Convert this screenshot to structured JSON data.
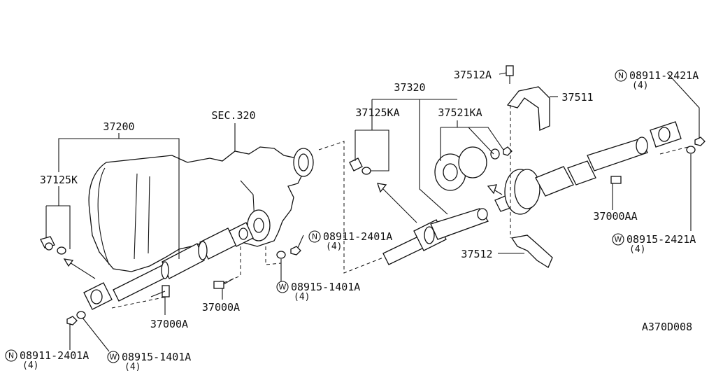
{
  "labels": {
    "assembly_front": "37200",
    "assembly_rear": "37320",
    "sec": "SEC.320",
    "kit_front": "37125K",
    "kit_rear": "37125KA",
    "bearing_kit": "37521KA",
    "bolt_bearing": "37512A",
    "bracket_upper": "37511",
    "bracket_lower": "37512",
    "bolt_front_1": "37000A",
    "bolt_front_2": "37000A",
    "bolt_rear": "37000AA",
    "nut_mid": "08911-2401A",
    "nut_mid_qty": "(4)",
    "washer_mid": "08915-1401A",
    "washer_mid_qty": "(4)",
    "nut_front": "08911-2401A",
    "nut_front_qty": "(4)",
    "washer_front": "08915-1401A",
    "washer_front_qty": "(4)",
    "nut_rear": "08911-2421A",
    "nut_rear_qty": "(4)",
    "washer_rear": "08915-2421A",
    "washer_rear_qty": "(4)",
    "code": "A370D008"
  },
  "symbols": {
    "nut": "N",
    "washer": "W"
  }
}
